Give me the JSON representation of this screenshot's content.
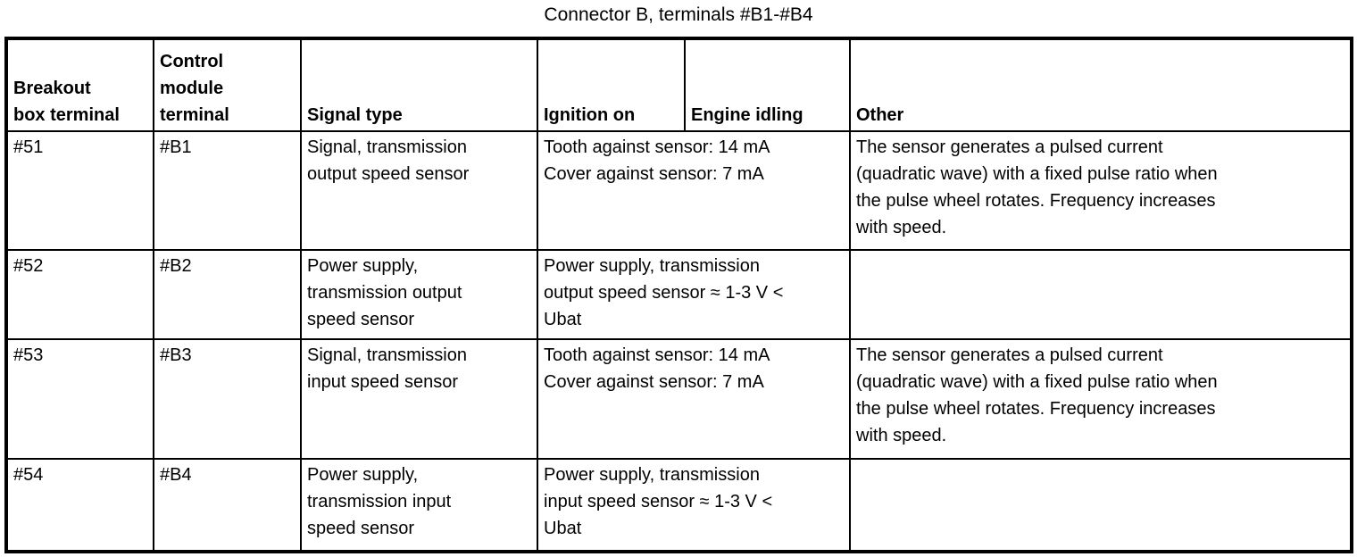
{
  "page_title": "Connector B, terminals #B1-#B4",
  "table": {
    "headers": [
      "Breakout\nbox terminal",
      "Control\nmodule\nterminal",
      "Signal type",
      "Ignition on",
      "Engine idling",
      "Other"
    ],
    "rows": [
      {
        "breakout_box_terminal": "#51",
        "control_module_terminal": "#B1",
        "signal_type": "Signal, transmission\noutput speed sensor",
        "ignition_on_engine_idling": "Tooth against sensor: 14 mA\nCover against sensor: 7 mA",
        "other": "The sensor generates a pulsed current\n(quadratic wave) with a fixed pulse ratio when\nthe pulse wheel rotates. Frequency increases\nwith speed."
      },
      {
        "breakout_box_terminal": "#52",
        "control_module_terminal": "#B2",
        "signal_type": "Power supply,\ntransmission output\nspeed sensor",
        "ignition_on_engine_idling": "Power supply, transmission\noutput speed sensor ≈ 1-3 V <\nUbat",
        "other": ""
      },
      {
        "breakout_box_terminal": "#53",
        "control_module_terminal": "#B3",
        "signal_type": "Signal, transmission\ninput speed sensor",
        "ignition_on_engine_idling": "Tooth against sensor: 14 mA\nCover against sensor: 7 mA",
        "other": "The sensor generates a pulsed current\n(quadratic wave) with a fixed pulse ratio when\nthe pulse wheel rotates. Frequency increases\nwith speed."
      },
      {
        "breakout_box_terminal": "#54",
        "control_module_terminal": "#B4",
        "signal_type": "Power supply,\ntransmission input\nspeed sensor",
        "ignition_on_engine_idling": "Power supply, transmission\ninput speed sensor ≈ 1-3 V <\nUbat",
        "other": ""
      }
    ]
  },
  "colors": {
    "foreground": "#000000",
    "background": "#ffffff",
    "border": "#000000"
  }
}
